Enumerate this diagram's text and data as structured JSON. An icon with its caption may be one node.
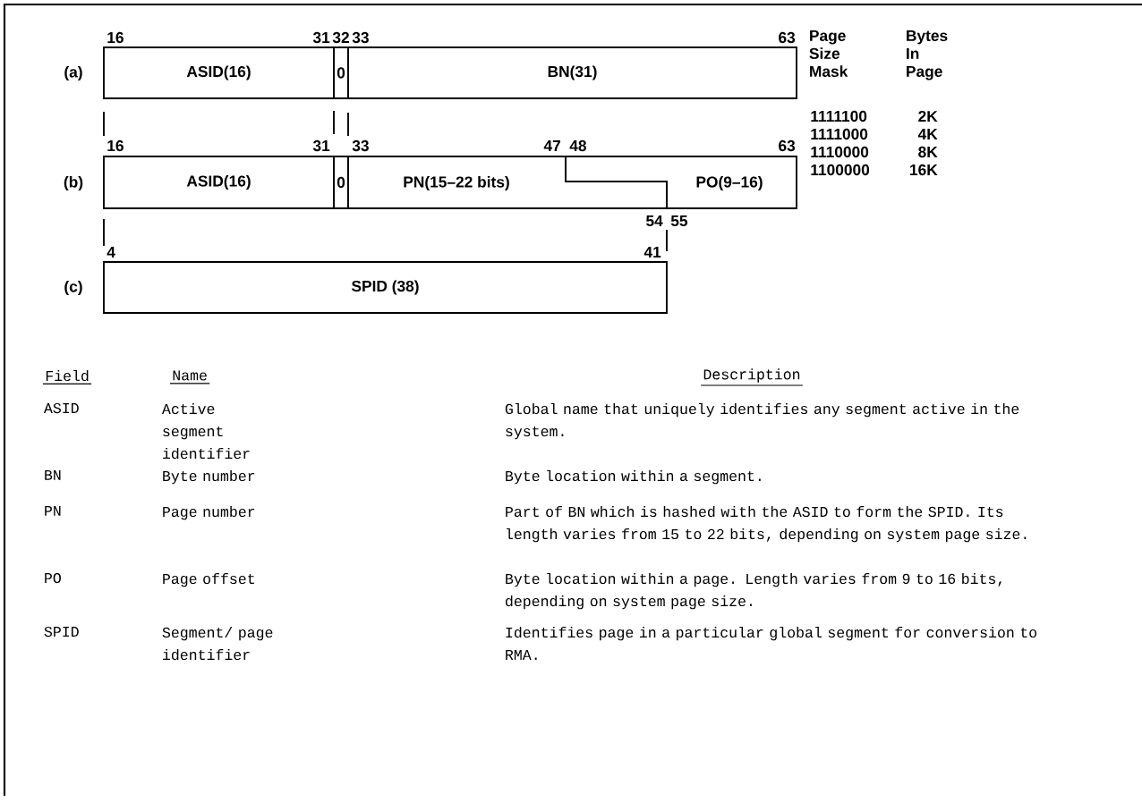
{
  "diagram": {
    "nodes": [
      {
        "text": [
          "ASID(16)"
        ]
      },
      {
        "text": [
          "0"
        ]
      },
      {
        "text": [
          "BN(31)"
        ]
      },
      {
        "text": [
          "ASID(16)"
        ]
      },
      {
        "text": [
          "0"
        ]
      },
      {
        "text": [
          "PN(15–22 bits)"
        ]
      },
      {
        "text": [
          "PO(9–16)"
        ]
      },
      {
        "text": [
          "SPID (38)"
        ]
      }
    ],
    "labels": [
      "16",
      "31",
      "32",
      "33",
      "63",
      "Page Size Mask",
      "Bytes In Page",
      "(a)",
      "1111100",
      "2K",
      "16",
      "31",
      "33",
      "47",
      "48",
      "63",
      "1111000",
      "4K",
      "(b)",
      "1110000",
      "8K",
      "1100000",
      "16K",
      "54",
      "55",
      "4",
      "41",
      "(c)",
      "Field",
      "Name",
      "Description",
      "ASID",
      "Active segment identifier",
      "Global name that uniquely identifies any segment active in the system.",
      "BN",
      "Byte number",
      "Byte location within a segment.",
      "PN",
      "Page number",
      "Part of BN which is hashed with the ASID to form the SPID. Its length varies from 15 to 22 bits, depending on system page size.",
      "PO",
      "Page offset",
      "Byte location within a page. Length varies from 9 to 16 bits, depending on system page size.",
      "SPID",
      "Segment/ page identifier",
      "Identifies page in a particular global segment for conversion to RMA."
    ]
  }
}
